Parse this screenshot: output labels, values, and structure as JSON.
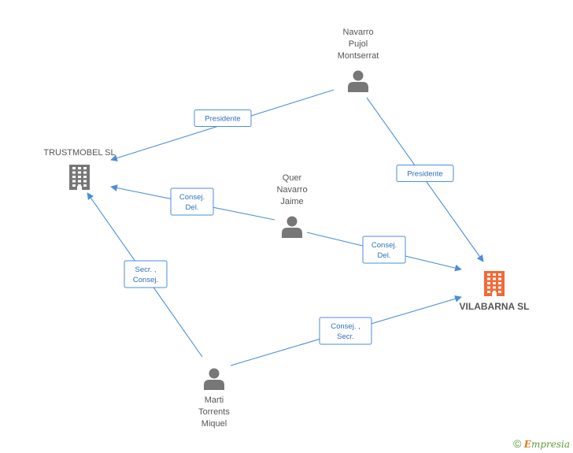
{
  "nodes": {
    "trustmobel": {
      "label": "TRUSTMOBEL SL",
      "icon": "building-icon",
      "color": "#777777"
    },
    "vilabarna": {
      "label": "VILABARNA SL",
      "icon": "building-icon",
      "color": "#f26a36"
    },
    "navarro": {
      "label_lines": [
        "Navarro",
        "Pujol",
        "Montserrat"
      ],
      "icon": "person-icon",
      "color": "#777777"
    },
    "quer": {
      "label_lines": [
        "Quer",
        "Navarro",
        "Jaime"
      ],
      "icon": "person-icon",
      "color": "#777777"
    },
    "marti": {
      "label_lines": [
        "Marti",
        "Torrents",
        "Miquel"
      ],
      "icon": "person-icon",
      "color": "#777777"
    }
  },
  "edges": [
    {
      "from": "navarro",
      "to": "trustmobel",
      "label_lines": [
        "Presidente"
      ]
    },
    {
      "from": "navarro",
      "to": "vilabarna",
      "label_lines": [
        "Presidente"
      ]
    },
    {
      "from": "quer",
      "to": "trustmobel",
      "label_lines": [
        "Consej.",
        "Del."
      ]
    },
    {
      "from": "quer",
      "to": "vilabarna",
      "label_lines": [
        "Consej.",
        "Del."
      ]
    },
    {
      "from": "marti",
      "to": "trustmobel",
      "label_lines": [
        "Secr. ,",
        "Consej."
      ]
    },
    {
      "from": "marti",
      "to": "vilabarna",
      "label_lines": [
        "Consej. ,",
        "Secr."
      ]
    }
  ],
  "edge_color": "#4a8fd8",
  "watermark": {
    "symbol": "©",
    "brand_initial": "E",
    "brand_rest": "mpresia"
  }
}
